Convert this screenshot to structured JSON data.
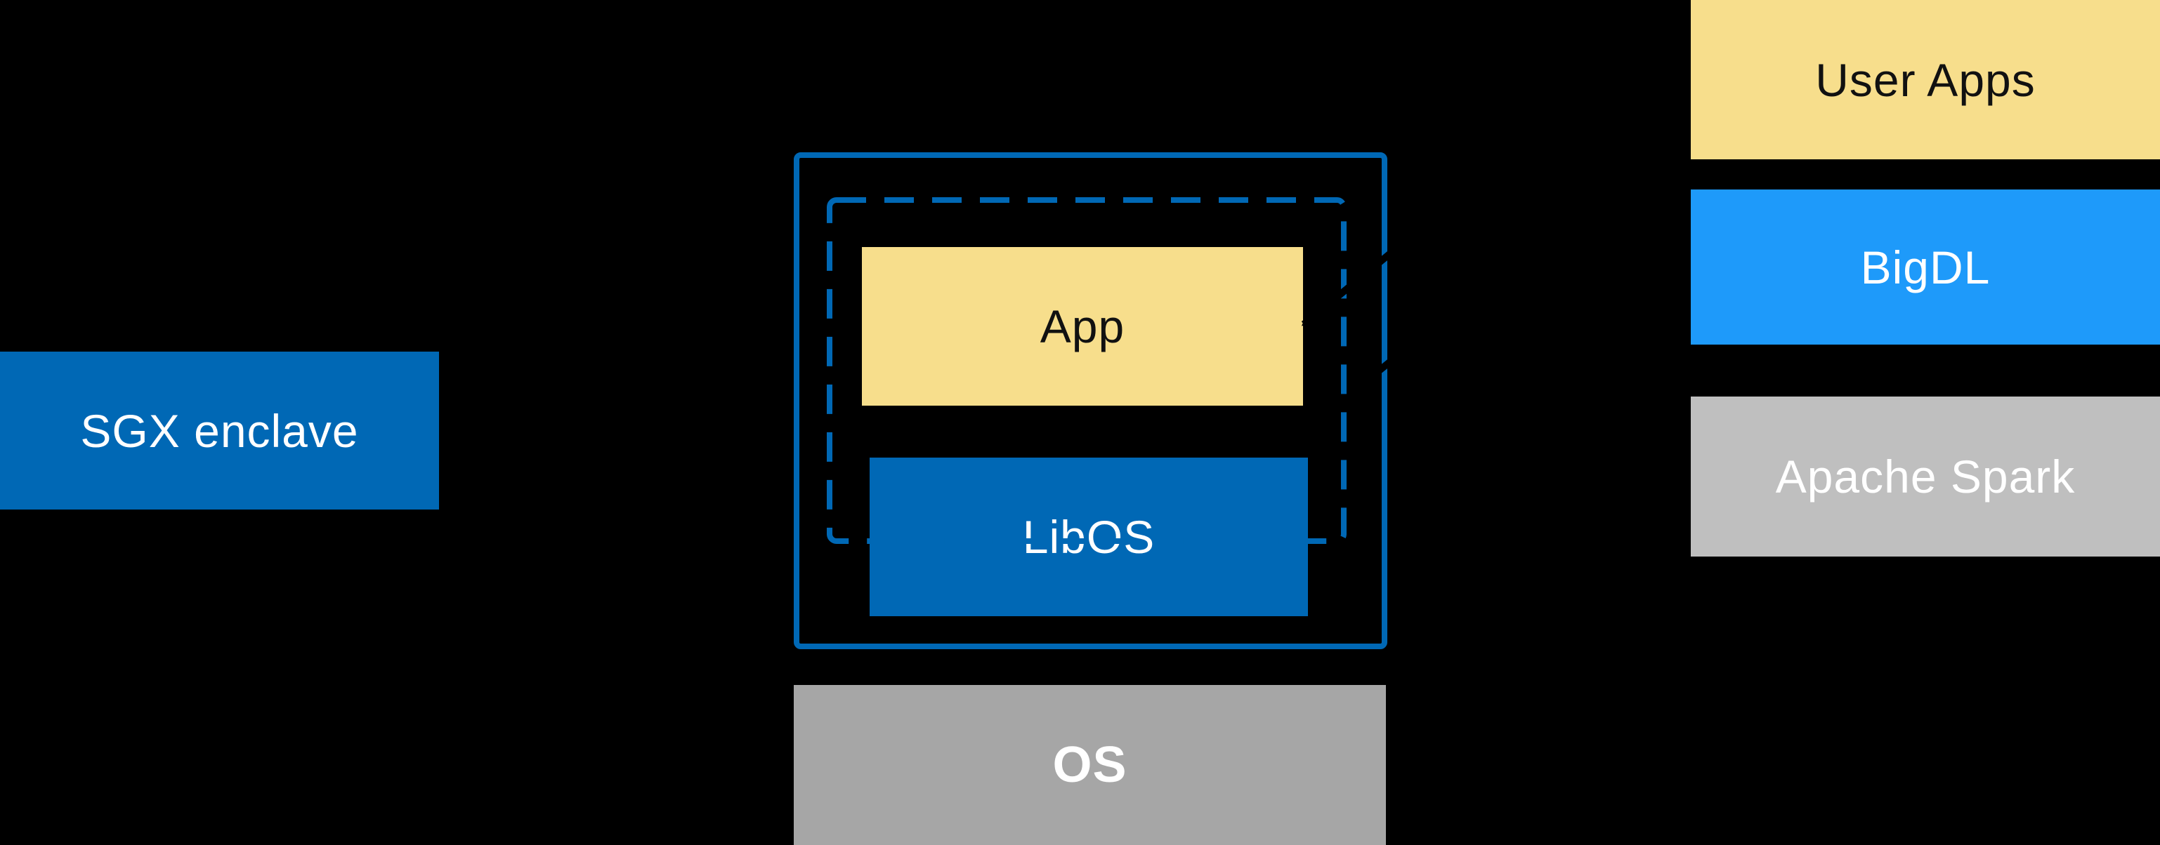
{
  "diagram": {
    "title_hint": "LibOS-in-SGX-enclave architecture diagram",
    "background": "#000000",
    "sgx": {
      "label": "SGX enclave",
      "fill": "#0068B5",
      "text_color": "#FFFFFF"
    },
    "enclave": {
      "border_color": "#0068B5",
      "dashed_border_color": "#0068B5",
      "app": {
        "label": "App",
        "fill": "#F7DE8C",
        "text_color": "#111111"
      },
      "libos": {
        "label": "LibOS",
        "fill": "#0068B5",
        "text_color": "#FFFFFF"
      }
    },
    "os": {
      "label": "OS",
      "fill": "#A6A6A6",
      "text_color": "#FFFFFF"
    },
    "stack": {
      "user_apps": {
        "label": "User Apps",
        "fill": "#F7DE8C",
        "text_color": "#111111"
      },
      "bigdl": {
        "label": "BigDL",
        "fill": "#1E9AFA",
        "text_color": "#FFFFFF"
      },
      "spark": {
        "label": "Apache Spark",
        "fill": "#BFBFBF",
        "text_color": "#FFFFFF"
      }
    },
    "arrows": {
      "color": "#000000",
      "items": [
        {
          "name": "stack-to-app-arrow"
        },
        {
          "name": "stack-to-enclave-arrow"
        },
        {
          "name": "pointer-to-sgx-label-arrow"
        }
      ]
    }
  }
}
